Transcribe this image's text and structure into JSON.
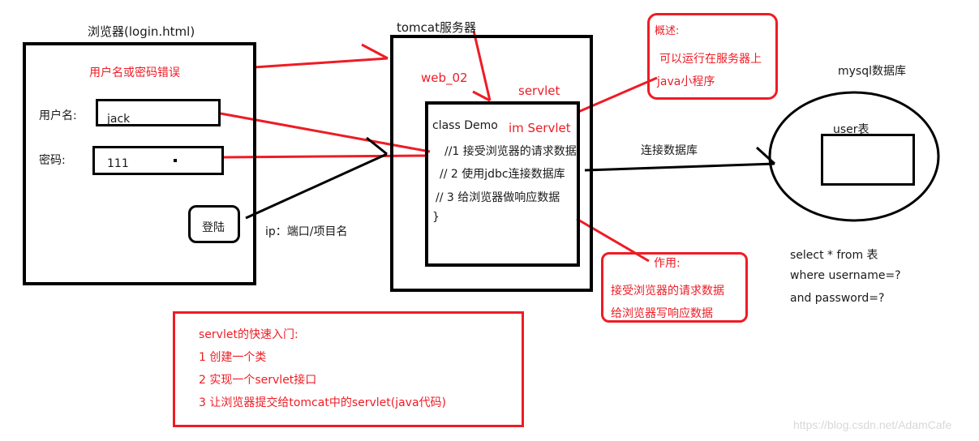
{
  "browser": {
    "title": "浏览器(login.html)",
    "error_message": "用户名或密码错误",
    "username_label": "用户名:",
    "username_value": "jack",
    "password_label": "密码:",
    "password_value": "111",
    "login_button": "登陆"
  },
  "connection_label": "ip：端口/项目名",
  "tomcat": {
    "title": "tomcat服务器",
    "project": "web_02",
    "servlet_label": "servlet",
    "code": {
      "line1": "class Demo",
      "implements": "im Servlet",
      "line2": "//1 接受浏览器的请求数据",
      "line3": "// 2 使用jdbc连接数据库",
      "line4": "// 3 给浏览器做响应数据",
      "line5": "}"
    }
  },
  "overview_note": {
    "title": "概述:",
    "line1": "可以运行在服务器上",
    "line2": "java小程序"
  },
  "purpose_note": {
    "title": "作用:",
    "line1": "接受浏览器的请求数据",
    "line2": "给浏览器写响应数据"
  },
  "db_connection_label": "连接数据库",
  "mysql": {
    "title": "mysql数据库",
    "table_label": "user表"
  },
  "sql": {
    "line1": "select * from 表",
    "line2": "where username=?",
    "line3": "and password=?"
  },
  "quickstart": {
    "title": "servlet的快速入门:",
    "step1": "1  创建一个类",
    "step2": "2 实现一个servlet接口",
    "step3": "3 让浏览器提交给tomcat中的servlet(java代码)"
  },
  "watermark": "https://blog.csdn.net/AdamCafe",
  "colors": {
    "accent_red": "#ee1c25",
    "stroke_black": "#000000"
  }
}
